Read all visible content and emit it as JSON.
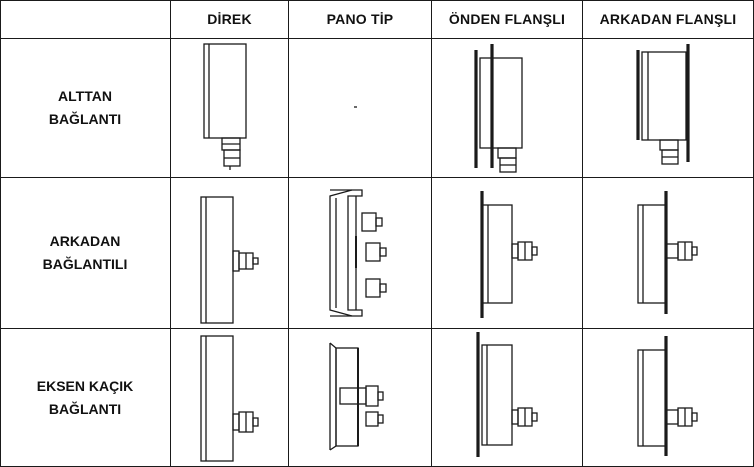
{
  "table": {
    "columns": [
      "DİREK",
      "PANO TİP",
      "ÖNDEN FLANŞLI",
      "ARKADAN FLANŞLI"
    ],
    "rows": [
      {
        "label_line1": "ALTTAN",
        "label_line2": "BAĞLANTI"
      },
      {
        "label_line1": "ARKADAN",
        "label_line2": "BAĞLANTILI"
      },
      {
        "label_line1": "EKSEN KAÇIK",
        "label_line2": "BAĞLANTI"
      }
    ]
  }
}
